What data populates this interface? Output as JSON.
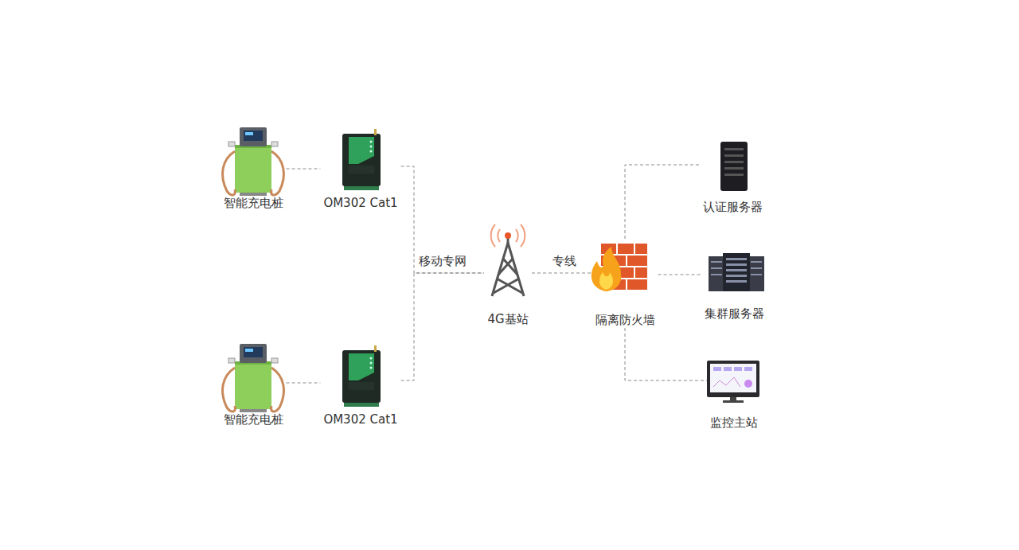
{
  "diagram": {
    "nodes": [
      {
        "text": [
          "智能充电桩"
        ]
      },
      {
        "text": [
          "OM302 Cat1"
        ]
      },
      {
        "text": [
          "智能充电桩"
        ]
      },
      {
        "text": [
          "OM302 Cat1"
        ]
      },
      {
        "text": [
          "4G基站"
        ]
      },
      {
        "text": [
          "隔离防火墙"
        ]
      },
      {
        "text": [
          "认证服务器"
        ]
      },
      {
        "text": [
          "集群服务器"
        ]
      },
      {
        "text": [
          "监控主站"
        ]
      }
    ],
    "edges": [
      {
        "from": 0,
        "to": 1,
        "arrow": "none"
      },
      {
        "from": 2,
        "to": 3,
        "arrow": "none"
      },
      {
        "from": 1,
        "to": 4,
        "label": "移动专网",
        "arrow": "none"
      },
      {
        "from": 3,
        "to": 4,
        "arrow": "none"
      },
      {
        "from": 4,
        "to": 5,
        "label": "专线",
        "arrow": "none"
      },
      {
        "from": 5,
        "to": 6,
        "arrow": "none"
      },
      {
        "from": 5,
        "to": 7,
        "arrow": "none"
      },
      {
        "from": 5,
        "to": 8,
        "arrow": "none"
      }
    ]
  }
}
